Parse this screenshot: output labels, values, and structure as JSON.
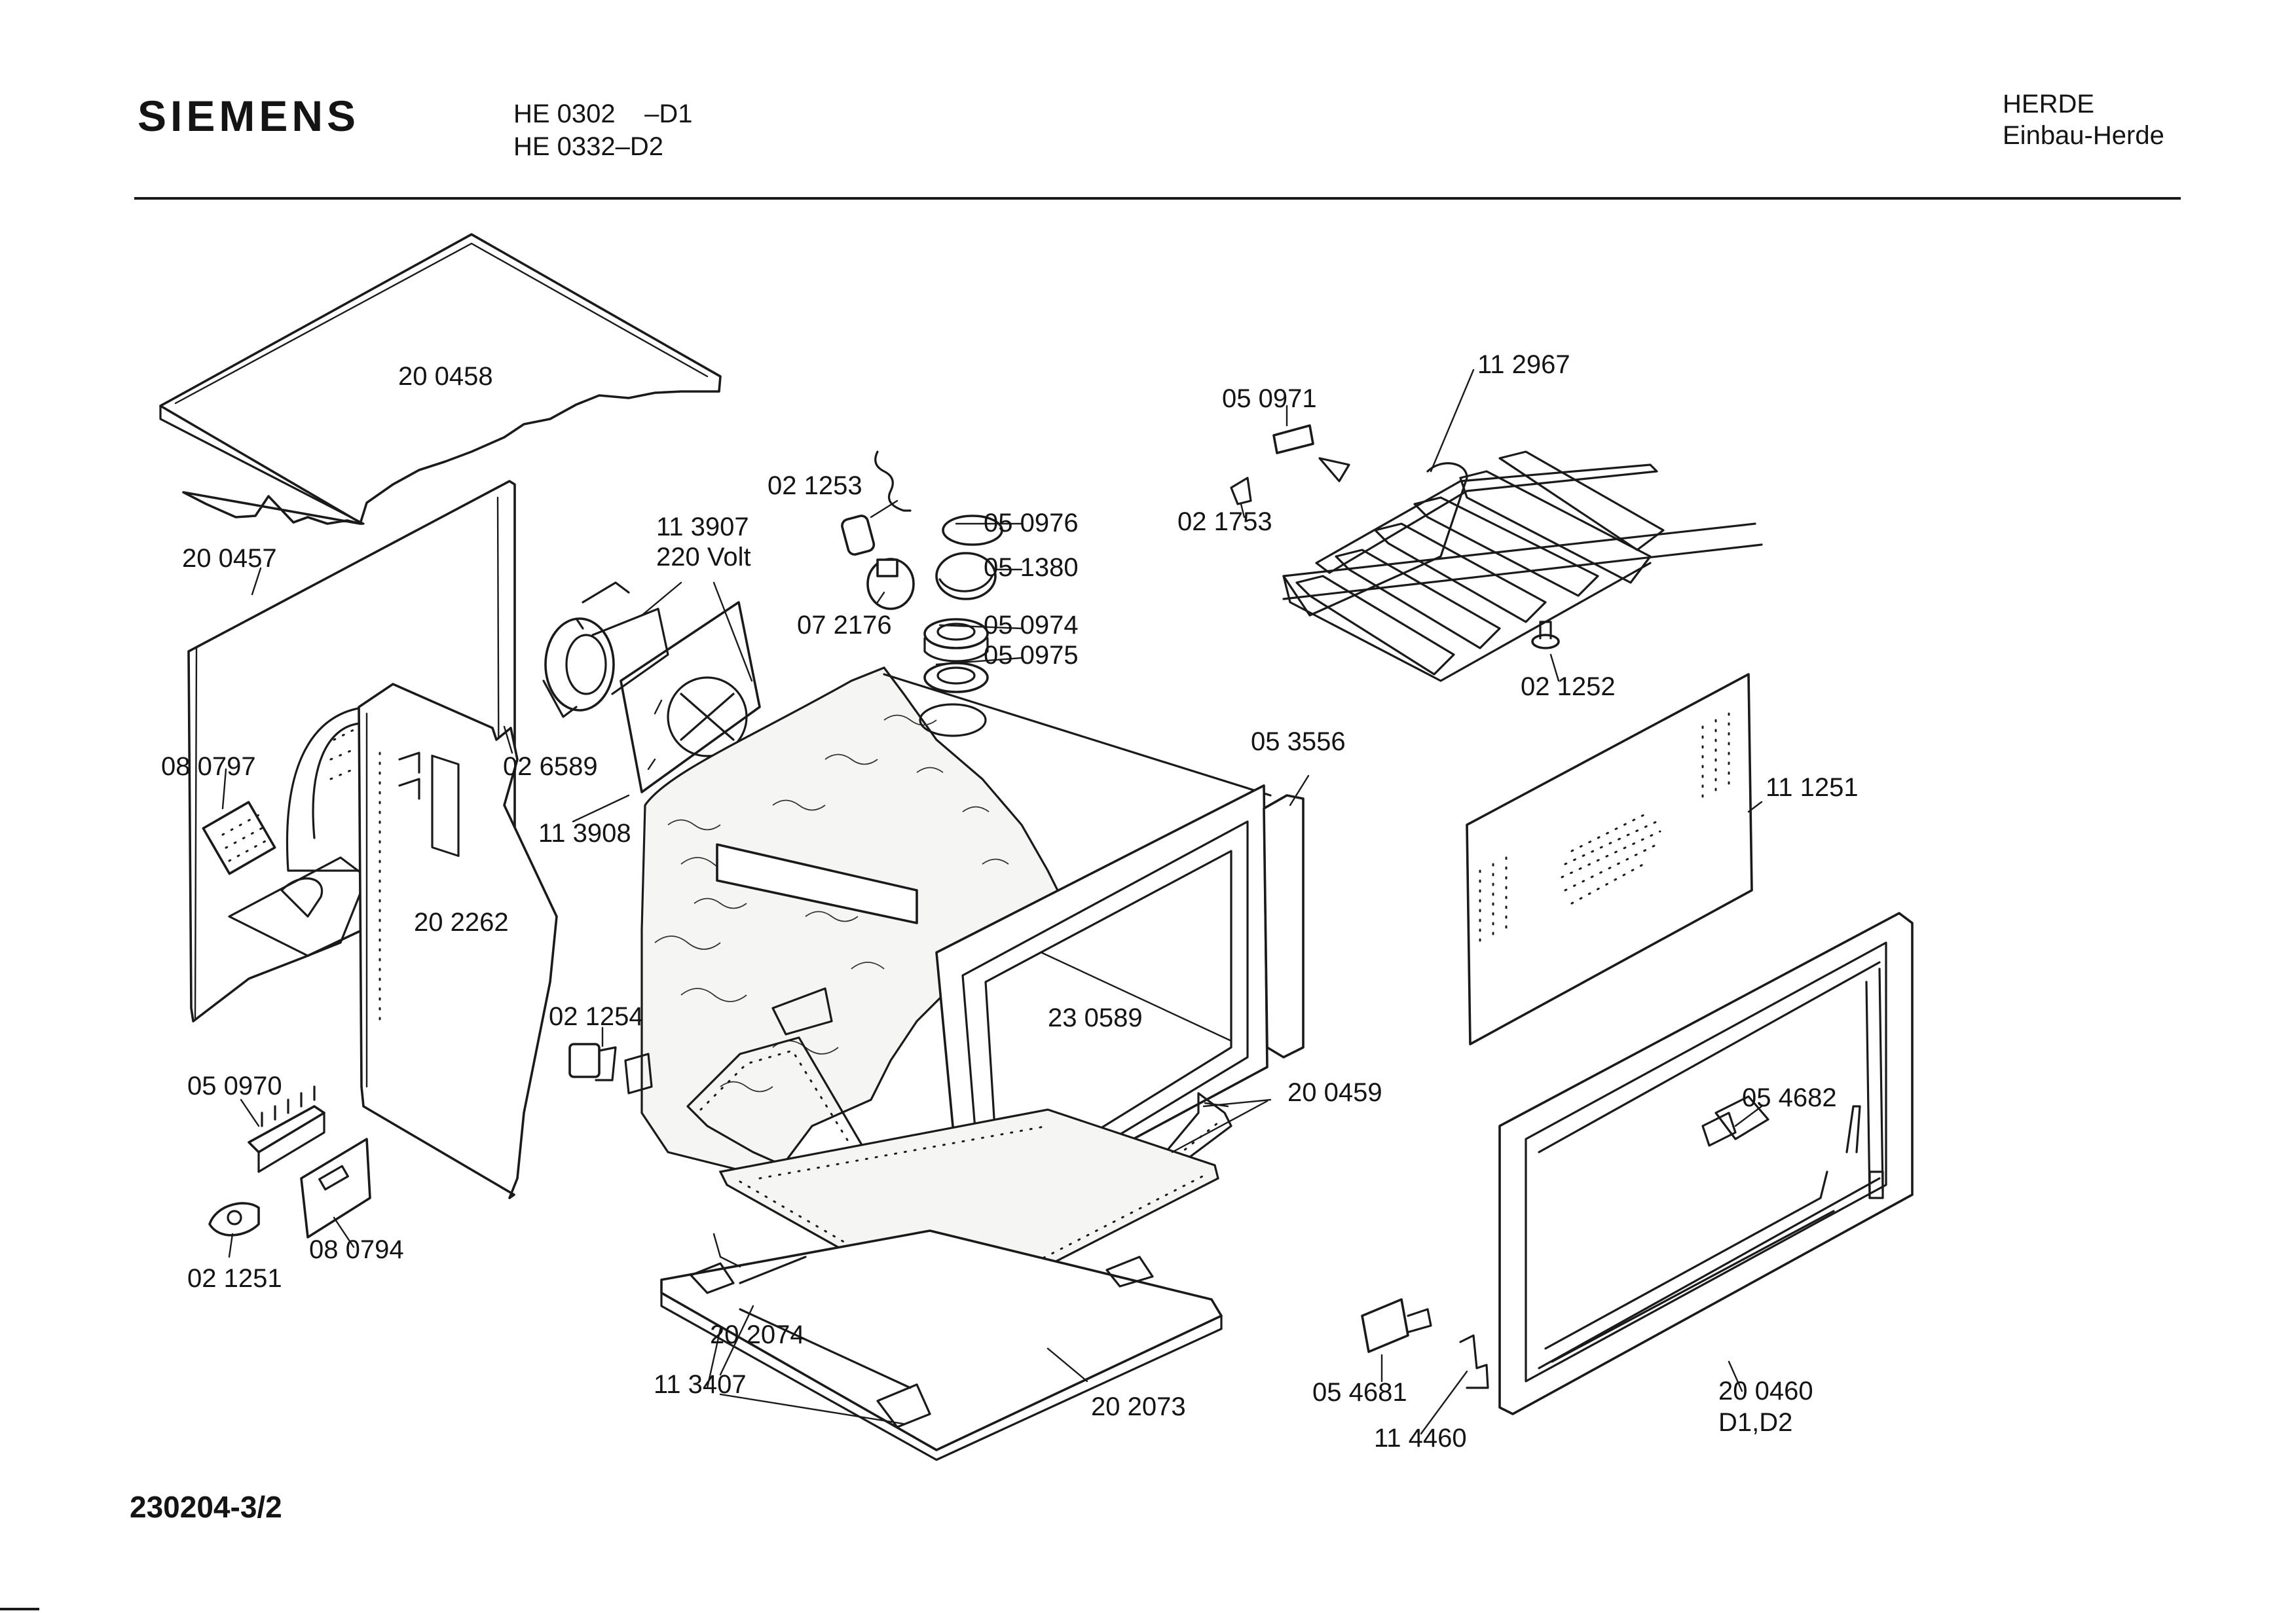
{
  "header": {
    "brand": "SIEMENS",
    "model_line_1": "HE 0302    –D1",
    "model_line_2": "HE 0332–D2",
    "category": "HERDE",
    "subcategory": "Einbau-Herde"
  },
  "footer": {
    "drawing_number": "230204-3/2"
  },
  "callouts": {
    "top_cover": "20 0458",
    "side_panel_left": "20 0457",
    "fan_motor": "11 3907",
    "fan_motor_voltage": "220 Volt",
    "lamp_socket": "02 1253",
    "lamp_ring": "05 0976",
    "lamp_cover": "05 1380",
    "lamp_bulb": "07 2176",
    "lamp_holder": "05 0974",
    "lamp_seal": "05 0975",
    "fan_bracket": "02 6589",
    "fan_blade": "11 3908",
    "insulation_side": "08 0797",
    "inner_panel": "20 2262",
    "switch_small": "02 1254",
    "terminal_block": "05 0970",
    "connector_plate": "08 0794",
    "cable_clamp": "02 1251",
    "oven_cavity": "23 0589",
    "front_frame": "05 3556",
    "door_seal": "20 0459",
    "bottom_insulation": "20 2074",
    "base_tray_bracket": "11 3407",
    "base_tray": "20 2073",
    "top_element": "11 2967",
    "element_terminal_cover": "05 0971",
    "element_bracket": "02 1753",
    "element_fixing": "02 1252",
    "back_panel": "11 1251",
    "hinge_part": "05 4682",
    "hinge": "05 4681",
    "hinge_spring": "11 4460",
    "door_frame": "20 0460",
    "door_frame_variants": "D1,D2"
  }
}
